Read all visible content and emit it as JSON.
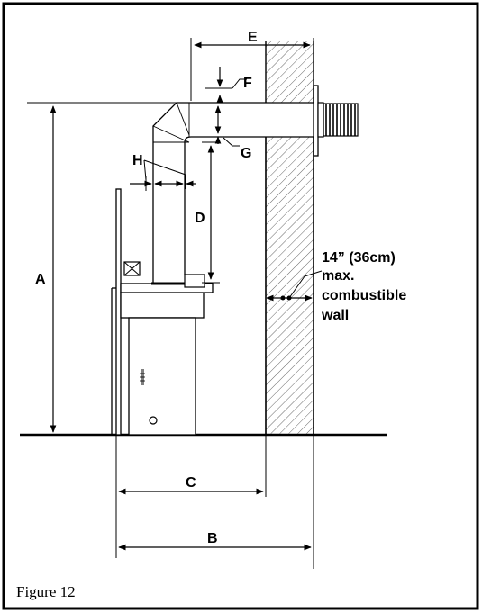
{
  "figure": {
    "caption": "Figure 12"
  },
  "labels": {
    "A": "A",
    "B": "B",
    "C": "C",
    "D": "D",
    "E": "E",
    "F": "F",
    "G": "G",
    "H": "H"
  },
  "note": {
    "line1": "14” (36cm)",
    "line2": "max.",
    "line3": "combustible",
    "line4": "wall"
  }
}
